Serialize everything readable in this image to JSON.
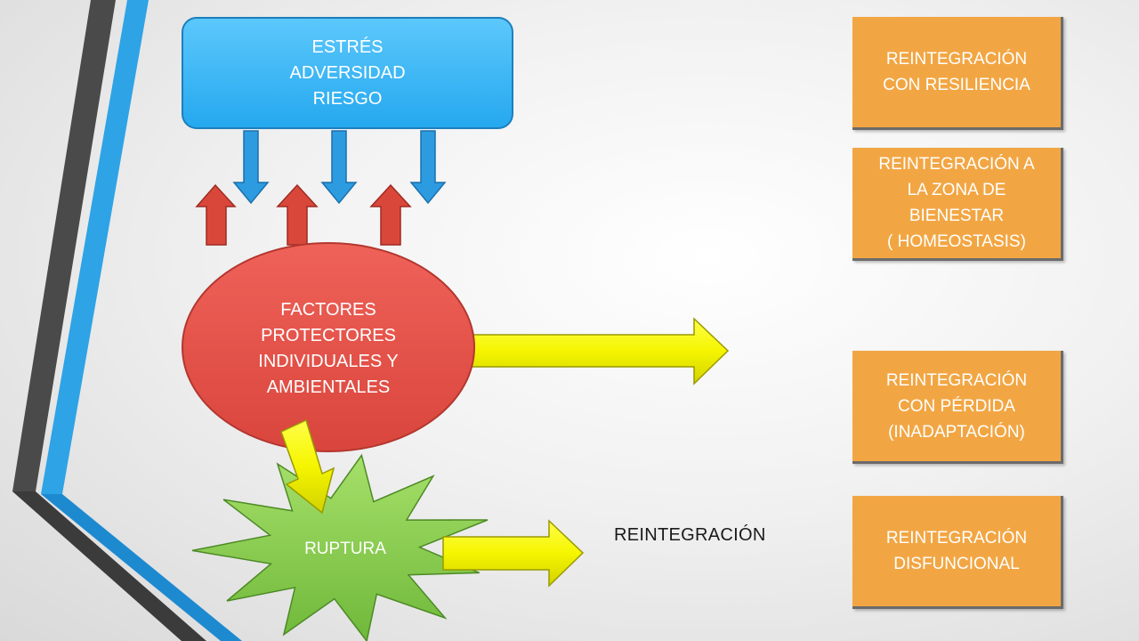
{
  "stress_box": {
    "lines": [
      "ESTRÉS",
      "ADVERSIDAD",
      "RIESGO"
    ],
    "color": "#3bb6f5"
  },
  "factors": {
    "lines": [
      "FACTORES",
      "PROTECTORES",
      "INDIVIDUALES Y",
      "AMBIENTALES"
    ],
    "color": "#e8524a"
  },
  "rupture": {
    "label": "RUPTURA",
    "color": "#8ed14e"
  },
  "reintegration_label": "REINTEGRACIÓN",
  "outcomes": [
    {
      "lines": [
        "REINTEGRACIÓN",
        "CON RESILIENCIA"
      ]
    },
    {
      "lines": [
        "REINTEGRACIÓN A",
        "LA ZONA DE",
        "BIENESTAR",
        "( HOMEOSTASIS)"
      ]
    },
    {
      "lines": [
        "REINTEGRACIÓN",
        "CON PÉRDIDA",
        "(INADAPTACIÓN)"
      ]
    },
    {
      "lines": [
        "REINTEGRACIÓN",
        "DISFUNCIONAL"
      ]
    }
  ],
  "colors": {
    "outcome_box": "#f2a643",
    "down_arrow": "#2d9be0",
    "up_arrow": "#d9473b",
    "flow_arrow": "#f5f500"
  }
}
